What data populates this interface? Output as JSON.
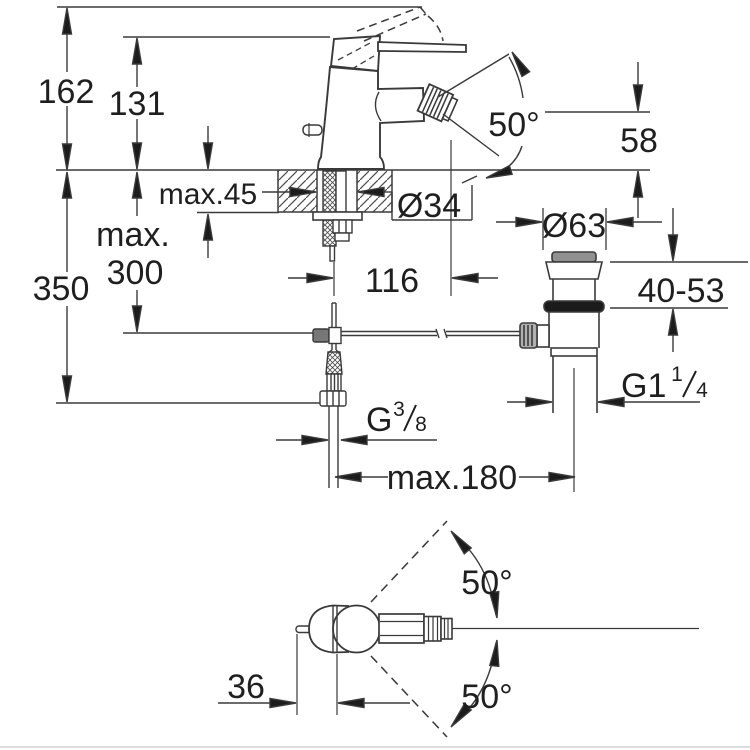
{
  "drawing": {
    "type": "technical-installation-diagram",
    "subject": "single-lever bidet mixer with pop-up waste, side view with mounting dimensions and top view with swivel angles",
    "colors": {
      "background": "#ffffff",
      "line": "#3a3a3a",
      "text": "#1f1f1f",
      "gasket_fill": "#1b1b1b",
      "knob_fill": "#b0b0b0",
      "button_fill": "#909090",
      "rod_cap_fill": "#777777"
    },
    "side_view": {
      "labels": {
        "dim_162": "162",
        "dim_131": "131",
        "dim_max45": "max.45",
        "dim_max": "max.",
        "dim_300": "300",
        "dim_350": "350",
        "dim_116": "116",
        "dim_d34": "Ø34",
        "dim_angle_spray": "50°",
        "dim_58": "58"
      }
    },
    "drain_assembly": {
      "labels": {
        "dim_d63": "Ø63",
        "dim_4053": "40-53",
        "g114_base": "G1",
        "g114_sup": "1",
        "g114_sub": "4"
      }
    },
    "supply_hose": {
      "labels": {
        "g38_base": "G",
        "g38_sup": "3",
        "g38_sub": "8",
        "dim_max180": "max.180"
      }
    },
    "top_view": {
      "labels": {
        "dim_36": "36",
        "dim_angle_up": "50°",
        "dim_angle_down": "50°"
      }
    }
  }
}
